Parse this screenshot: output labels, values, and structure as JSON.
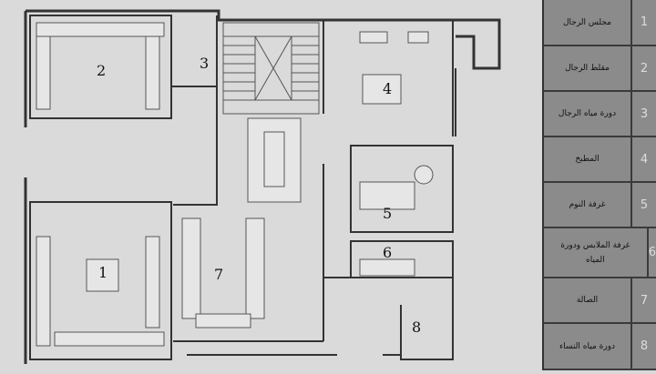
{
  "rooms": [
    {
      "number": "1",
      "name": "مجلس الرجال"
    },
    {
      "number": "2",
      "name": "مقلط الرجال"
    },
    {
      "number": "3",
      "name": "دورة مياه الرجال"
    },
    {
      "number": "4",
      "name": "المطبخ"
    },
    {
      "number": "5",
      "name": "غرفة النوم"
    },
    {
      "number": "6",
      "name": "غرفة الملابس ودورة المياه"
    },
    {
      "number": "7",
      "name": "الصالة"
    },
    {
      "number": "8",
      "name": "دورة مياه النساء"
    }
  ]
}
